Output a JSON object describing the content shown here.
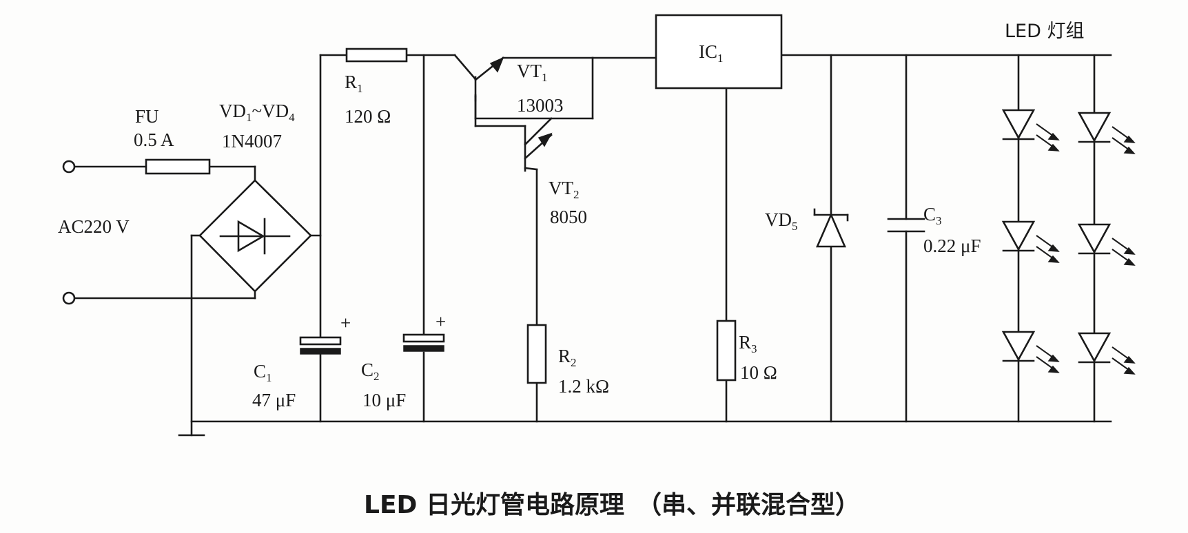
{
  "labels": {
    "fu": "FU",
    "fu_rating": "0.5 A",
    "vd_bridge_a": "VD",
    "vd_bridge_a_sub": "1",
    "vd_bridge_tilde": "~VD",
    "vd_bridge_b_sub": "4",
    "vd_bridge_part": "1N4007",
    "ac_input": "AC220 V",
    "r1": "R",
    "r1_sub": "1",
    "r1_value": "120 Ω",
    "vt1": "VT",
    "vt1_sub": "1",
    "vt1_part": "13003",
    "vt2": "VT",
    "vt2_sub": "2",
    "vt2_part": "8050",
    "ic1": "IC",
    "ic1_sub": "1",
    "c1": "C",
    "c1_sub": "1",
    "c1_value": "47 μF",
    "c2": "C",
    "c2_sub": "2",
    "c2_value": "10 μF",
    "r2": "R",
    "r2_sub": "2",
    "r2_value": "1.2 kΩ",
    "r3": "R",
    "r3_sub": "3",
    "r3_value": "10 Ω",
    "vd5": "VD",
    "vd5_sub": "5",
    "c3": "C",
    "c3_sub": "3",
    "c3_value": "0.22 μF",
    "led_group": "LED 灯组",
    "plus_c1": "+",
    "plus_c2": "+"
  },
  "caption": "LED 日光灯管电路原理　（串、并联混合型）"
}
